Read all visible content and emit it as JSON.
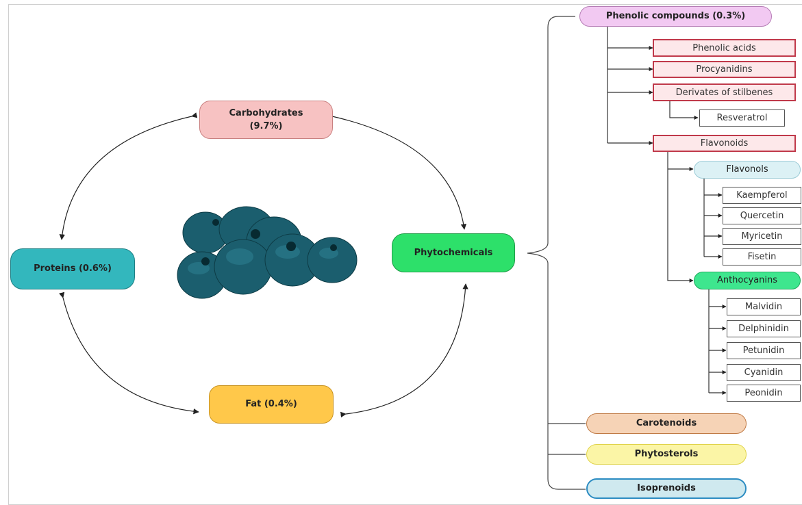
{
  "nodes": {
    "carbohydrates": "Carbohydrates\n(9.7%)",
    "proteins": "Proteins (0.6%)",
    "fat": "Fat (0.4%)",
    "phytochemicals": "Phytochemicals"
  },
  "groups": {
    "phenolic": "Phenolic compounds (0.3%)",
    "carotenoids": "Carotenoids",
    "phytosterols": "Phytosterols",
    "isoprenoids": "Isoprenoids"
  },
  "phenolic_items": {
    "phenolic_acids": "Phenolic acids",
    "procyanidins": "Procyanidins",
    "stilbenes": "Derivates of stilbenes",
    "resveratrol": "Resveratrol",
    "flavonoids": "Flavonoids"
  },
  "flavonols": {
    "label": "Flavonols",
    "items": [
      "Kaempferol",
      "Quercetin",
      "Myricetin",
      "Fisetin"
    ]
  },
  "anthocyanins": {
    "label": "Anthocyanins",
    "items": [
      "Malvidin",
      "Delphinidin",
      "Petunidin",
      "Cyanidin",
      "Peonidin"
    ]
  },
  "colors": {
    "carbohydrates": "#f7c2c2",
    "proteins": "#33b7bd",
    "fat": "#ffc84a",
    "phytochemicals": "#2de06a",
    "phenolic": "#f2c9f2",
    "carotenoids": "#f6d3b6",
    "phytosterols": "#fbf5a6",
    "isoprenoids": "#cfe9ef",
    "flavonols": "#dcf1f5",
    "anthocyanins": "#3ee68e",
    "blueberry": "#1b5e6e"
  }
}
